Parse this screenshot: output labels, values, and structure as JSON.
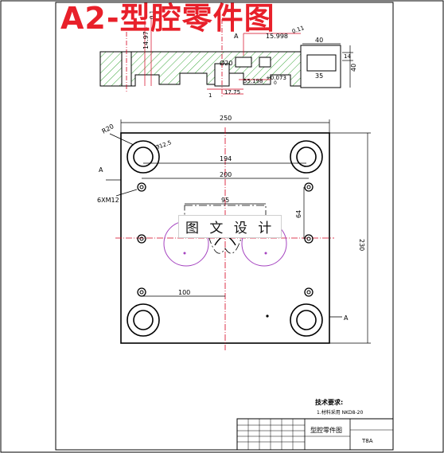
{
  "title": "A2-型腔零件图",
  "watermark": {
    "text": "图 文 设 计"
  },
  "section": {
    "label_a": "A",
    "dim_14": "14.976",
    "dim_0_1": "0.1",
    "dim_15": "15.998",
    "dim_0_11": "0.11",
    "dim_40_top": "40",
    "dim_14_right": "14",
    "dim_40_side": "40",
    "dim_35": "35",
    "dim_20": "Ø20",
    "dim_55": "55.198",
    "dim_0073": "+0.073",
    "dim_0": "0",
    "dim_1": "1",
    "dim_1775": "17.75"
  },
  "plan": {
    "dim_250": "250",
    "r20": "R20",
    "phi125": "Ø12.5",
    "dim_194": "194",
    "dim_200": "200",
    "label_a_left": "A",
    "label_a_right": "A",
    "thread": "6XM12",
    "dim_95": "95",
    "dim_64": "64",
    "dim_230": "230",
    "dim_100": "100"
  },
  "notes": {
    "title": "技术要求:",
    "line1": "1.材料采用 NKD8-20"
  },
  "titleblock": {
    "name": "型腔零件图",
    "code": "T8A"
  },
  "colors": {
    "title": "#e8202a",
    "dim": "#d4001e",
    "hatch": "#3da83d",
    "circle": "#a544c0",
    "line": "#000000"
  }
}
